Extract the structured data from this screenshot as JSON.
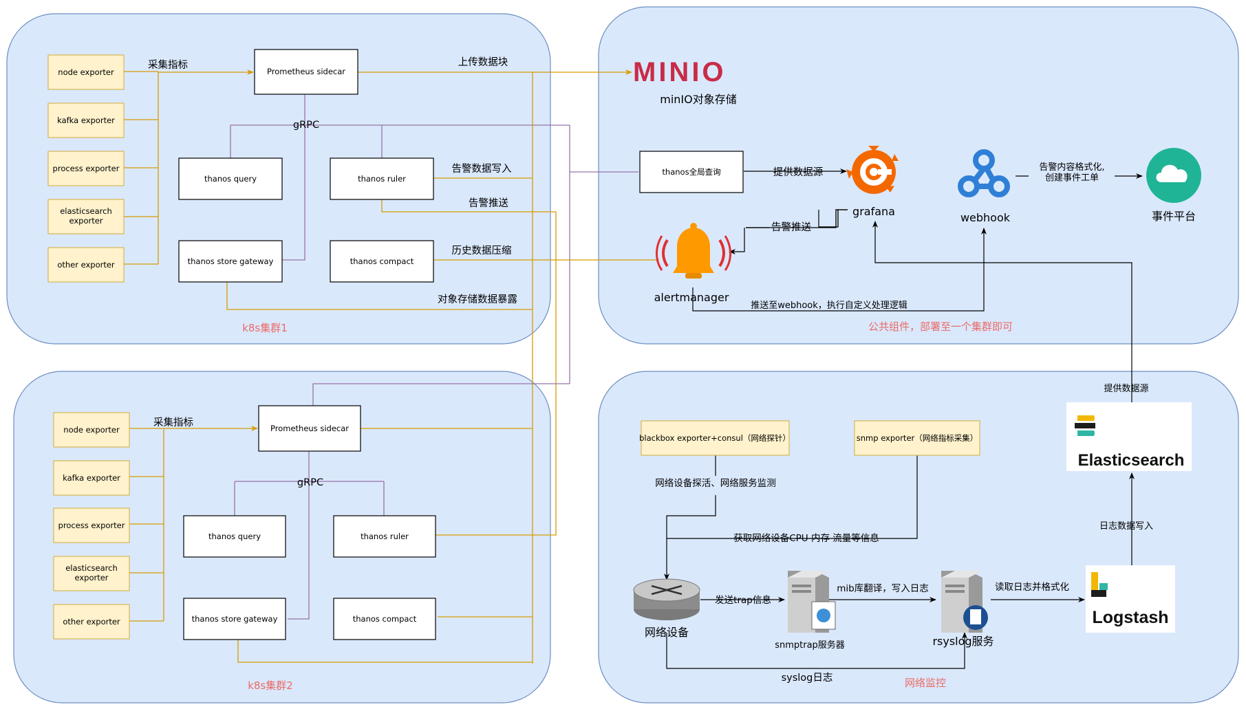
{
  "cluster1": {
    "title": "k8s集群1",
    "exporters": [
      "node exporter",
      "kafka exporter",
      "process exporter",
      "elasticsearch\nexporter",
      "other exporter"
    ],
    "collect_label": "采集指标",
    "sidecar": "Prometheus sidecar",
    "grpc_label": "gRPC",
    "query": "thanos query",
    "ruler": "thanos ruler",
    "store_gateway": "thanos store gateway",
    "compact": "thanos compact",
    "upload_label": "上传数据块",
    "alert_write_label": "告警数据写入",
    "alert_push_label": "告警推送",
    "compress_label": "历史数据压缩",
    "expose_label": "对象存储数据暴露"
  },
  "cluster2": {
    "title": "k8s集群2",
    "exporters": [
      "node exporter",
      "kafka exporter",
      "process exporter",
      "elasticsearch\nexporter",
      "other exporter"
    ],
    "collect_label": "采集指标",
    "sidecar": "Prometheus sidecar",
    "grpc_label": "gRPC",
    "query": "thanos query",
    "ruler": "thanos ruler",
    "store_gateway": "thanos store gateway",
    "compact": "thanos compact"
  },
  "common": {
    "title": "公共组件，部署至一个集群即可",
    "minio_logo_text": "MINIO",
    "minio_label": "minIO对象存储",
    "global_query": "thanos全局查询",
    "datasource_label": "提供数据源",
    "grafana_label": "grafana",
    "alert_push_label": "告警推送",
    "alertmanager_label": "alertmanager",
    "webhook_label": "webhook",
    "format_label": "告警内容格式化,\n创建事件工单",
    "event_label": "事件平台",
    "to_webhook_label": "推送至webhook，执行自定义处理逻辑"
  },
  "network": {
    "title": "网络监控",
    "blackbox": "blackbox exporter+consul（网络探针）",
    "snmp": "snmp exporter（网络指标采集）",
    "probe_label": "网络设备探活、网络服务监测",
    "cpu_label": "获取网络设备CPU 内存 流量等信息",
    "device_label": "网络设备",
    "trap_label": "发送trap信息",
    "snmptrap_label": "snmptrap服务器",
    "mib_label": "mib库翻译，写入日志",
    "rsyslog_label": "rsyslog服务",
    "read_label": "读取日志并格式化",
    "logstash_logo_text": "Logstash",
    "es_logo_text": "Elasticsearch",
    "log_write_label": "日志数据写入",
    "es_datasource_label": "提供数据源",
    "syslog_label": "syslog日志"
  },
  "colors": {
    "panel_fill": "#dae8fc",
    "panel_stroke": "#6c8ebf",
    "exporter_fill": "#fff2cc",
    "exporter_stroke": "#d6b656",
    "metrics_line": "#d79b00",
    "grpc_line": "#9673a6",
    "minio_red": "#c72c48",
    "grafana_orange": "#f46800",
    "alert_orange": "#ff9900",
    "webhook_blue": "#2f7fd6",
    "event_teal": "#1fb496",
    "title_red": "#ea6b66"
  },
  "icons": [
    "minio-logo",
    "grafana-icon",
    "alarm-bell-icon",
    "webhook-icon",
    "cloud-icon",
    "router-icon",
    "server-icon",
    "elasticsearch-logo",
    "logstash-logo"
  ]
}
